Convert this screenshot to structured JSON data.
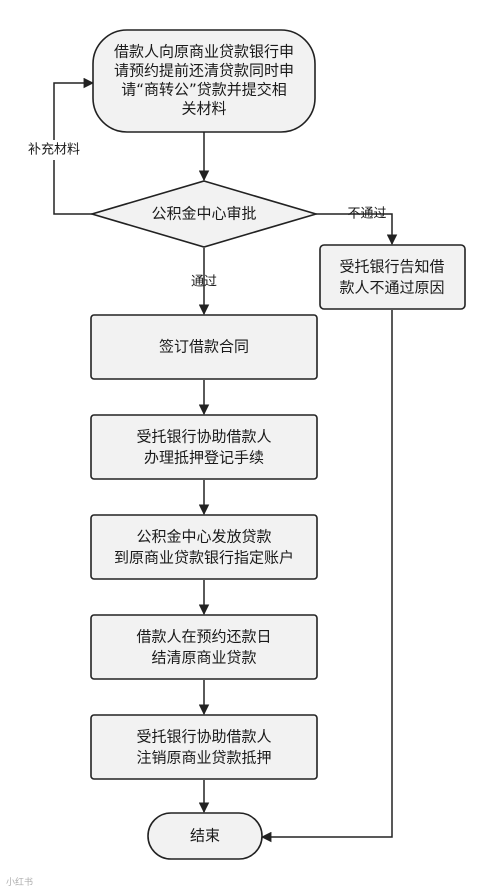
{
  "nodes": {
    "start": {
      "lines": [
        "借款人向原商业贷款银行申",
        "请预约提前还清贷款同时申",
        "请“商转公”贷款并提交相",
        "关材料"
      ]
    },
    "decision": {
      "lines": [
        "公积金中心审批"
      ]
    },
    "reject": {
      "lines": [
        "受托银行告知借",
        "款人不通过原因"
      ]
    },
    "sign": {
      "lines": [
        "签订借款合同"
      ]
    },
    "mortgage": {
      "lines": [
        "受托银行协助借款人",
        "办理抵押登记手续"
      ]
    },
    "disburse": {
      "lines": [
        "公积金中心发放贷款",
        "到原商业贷款银行指定账户"
      ]
    },
    "repay": {
      "lines": [
        "借款人在预约还款日",
        "结清原商业贷款"
      ]
    },
    "cancel": {
      "lines": [
        "受托银行协助借款人",
        "注销原商业贷款抵押"
      ]
    },
    "end": {
      "lines": [
        "结束"
      ]
    }
  },
  "edge_labels": {
    "supplement": "补充材料",
    "fail": "不通过",
    "pass": "通过"
  },
  "watermark": "小红书"
}
